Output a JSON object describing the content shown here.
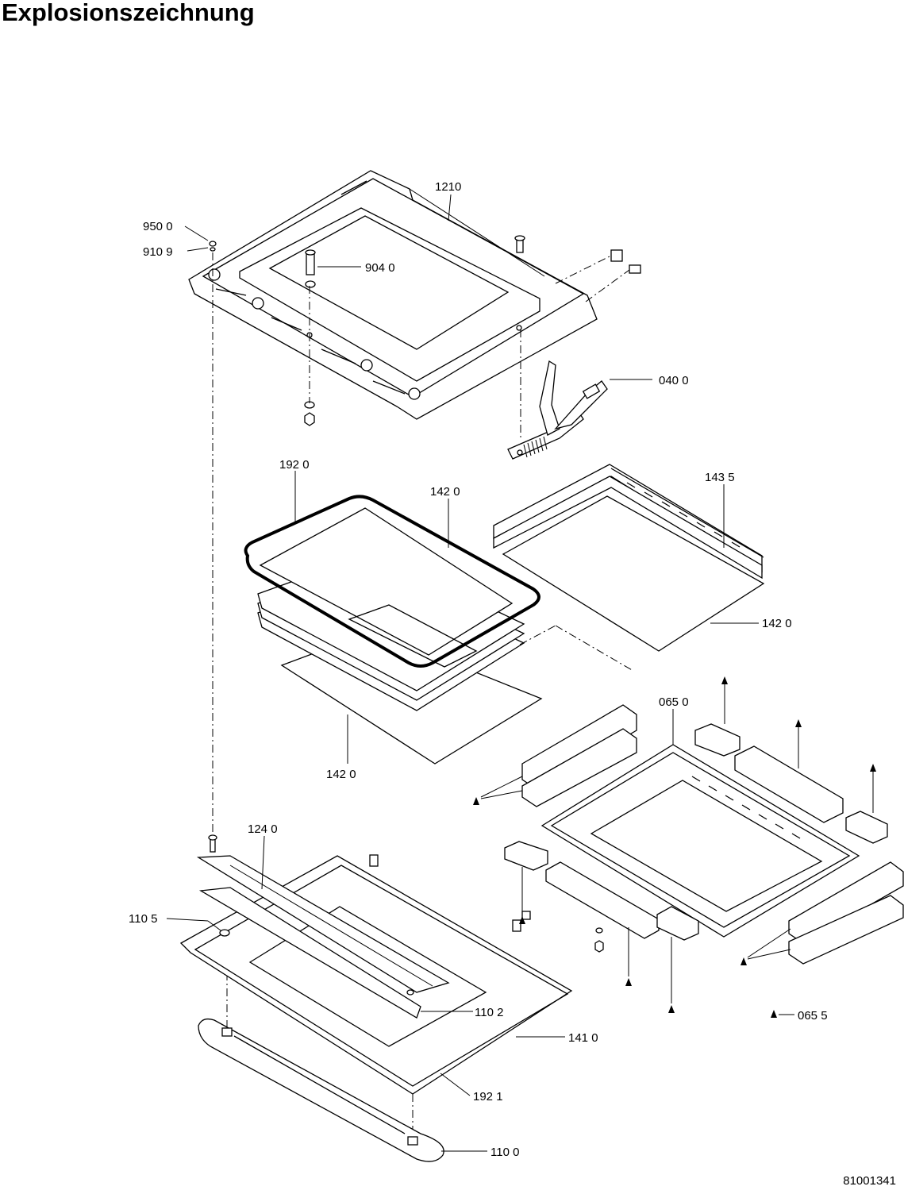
{
  "page": {
    "title": "Explosionszeichnung",
    "drawing_number": "81001341"
  },
  "labels": {
    "p1210": "1210",
    "p9500": "950 0",
    "p9109": "910 9",
    "p9040": "904 0",
    "p0400": "040 0",
    "p1920": "192 0",
    "p1420_top": "142 0",
    "p1435": "143 5",
    "p1420_right": "142 0",
    "p1420_bottom": "142 0",
    "p0650": "065 0",
    "p1240": "124 0",
    "p1105": "110 5",
    "p1102": "110 2",
    "p1410": "141 0",
    "p1921": "192 1",
    "p1100": "110 0",
    "p0655": "065 5"
  },
  "legend": {
    "marker_symbol": "▲",
    "marker_part": "065 5"
  }
}
